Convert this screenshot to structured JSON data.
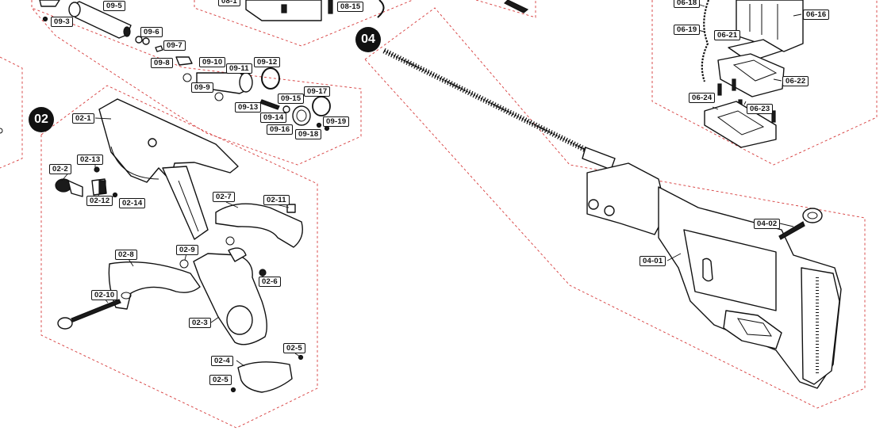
{
  "groups": [
    {
      "id": "02",
      "label": "02"
    },
    {
      "id": "04",
      "label": "04"
    }
  ],
  "callouts": {
    "g09": [
      "09-3",
      "09-5",
      "09-6",
      "09-7",
      "09-8",
      "09-9",
      "09-10",
      "09-11",
      "09-12",
      "09-13",
      "09-14",
      "09-15",
      "09-16",
      "09-17",
      "09-18",
      "09-19"
    ],
    "g08": [
      "08-1",
      "08-15"
    ],
    "g02": [
      "02-1",
      "02-2",
      "02-3",
      "02-4",
      "02-5",
      "02-5",
      "02-6",
      "02-7",
      "02-8",
      "02-9",
      "02-10",
      "02-11",
      "02-12",
      "02-13",
      "02-14"
    ],
    "g04": [
      "04-01",
      "04-02"
    ],
    "g06": [
      "06-16",
      "06-18",
      "06-19",
      "06-21",
      "06-22",
      "06-23",
      "06-24"
    ]
  },
  "colors": {
    "outline": "#111111",
    "group_border": "#d63a3a",
    "badge": "#111111"
  }
}
